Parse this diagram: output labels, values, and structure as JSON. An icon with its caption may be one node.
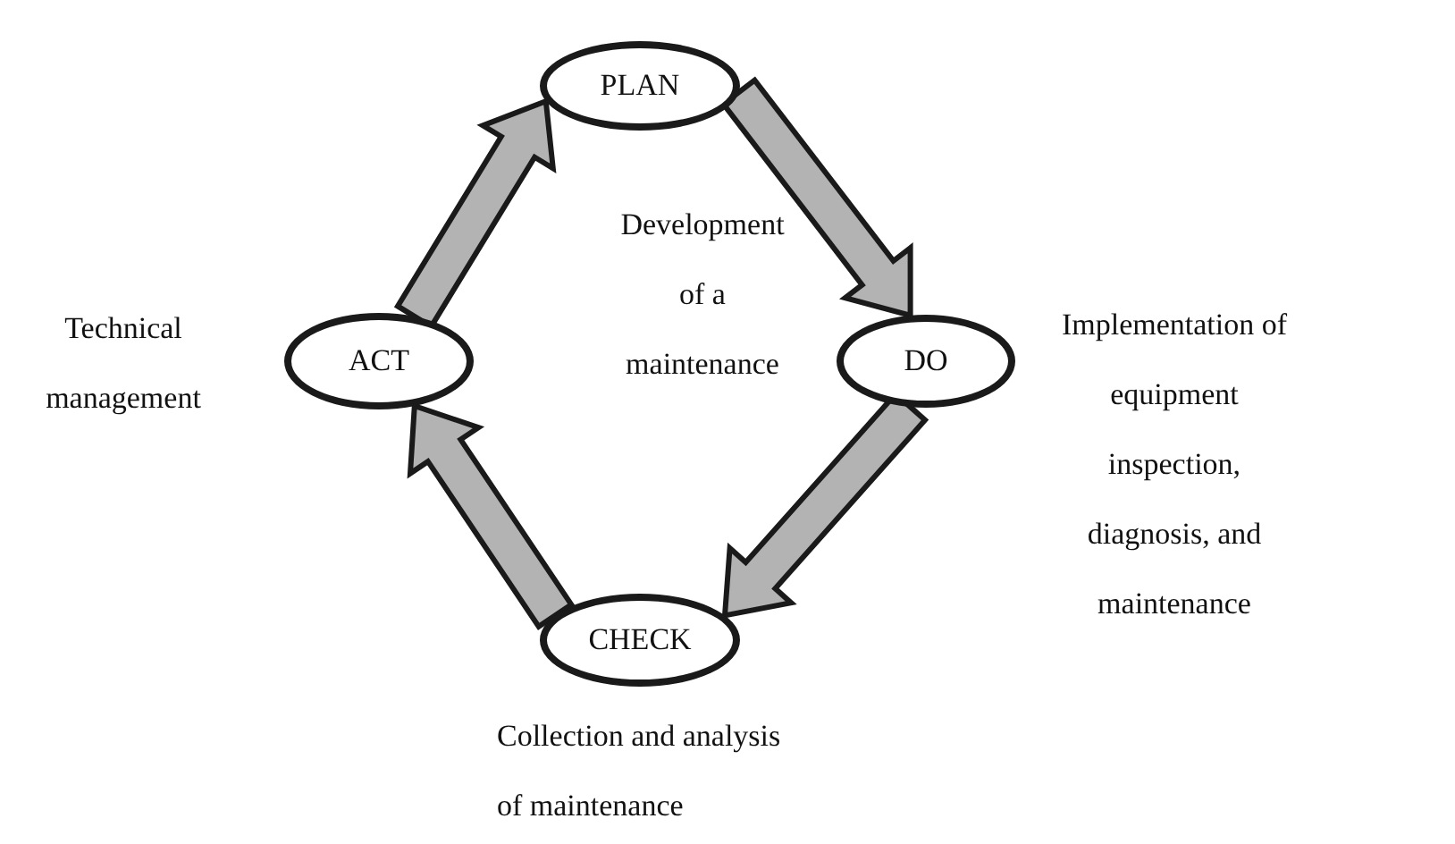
{
  "diagram": {
    "nodes": [
      {
        "text": [
          "PLAN"
        ]
      },
      {
        "text": [
          "DO"
        ],
        "beside": [
          "Implementation of equipment inspection, diagnosis, and maintenance"
        ]
      },
      {
        "text": [
          "CHECK"
        ],
        "beside": [
          "Collection and analysis of maintenance"
        ]
      },
      {
        "text": [
          "ACT"
        ],
        "beside": [
          "Technical management"
        ]
      }
    ],
    "edges": [
      {
        "from": 0,
        "to": 1,
        "arrow": "to"
      },
      {
        "from": 1,
        "to": 2,
        "arrow": "to"
      },
      {
        "from": 2,
        "to": 3,
        "arrow": "to"
      },
      {
        "from": 3,
        "to": 0,
        "arrow": "to"
      }
    ],
    "labels": [
      "Development of a maintenance"
    ]
  }
}
